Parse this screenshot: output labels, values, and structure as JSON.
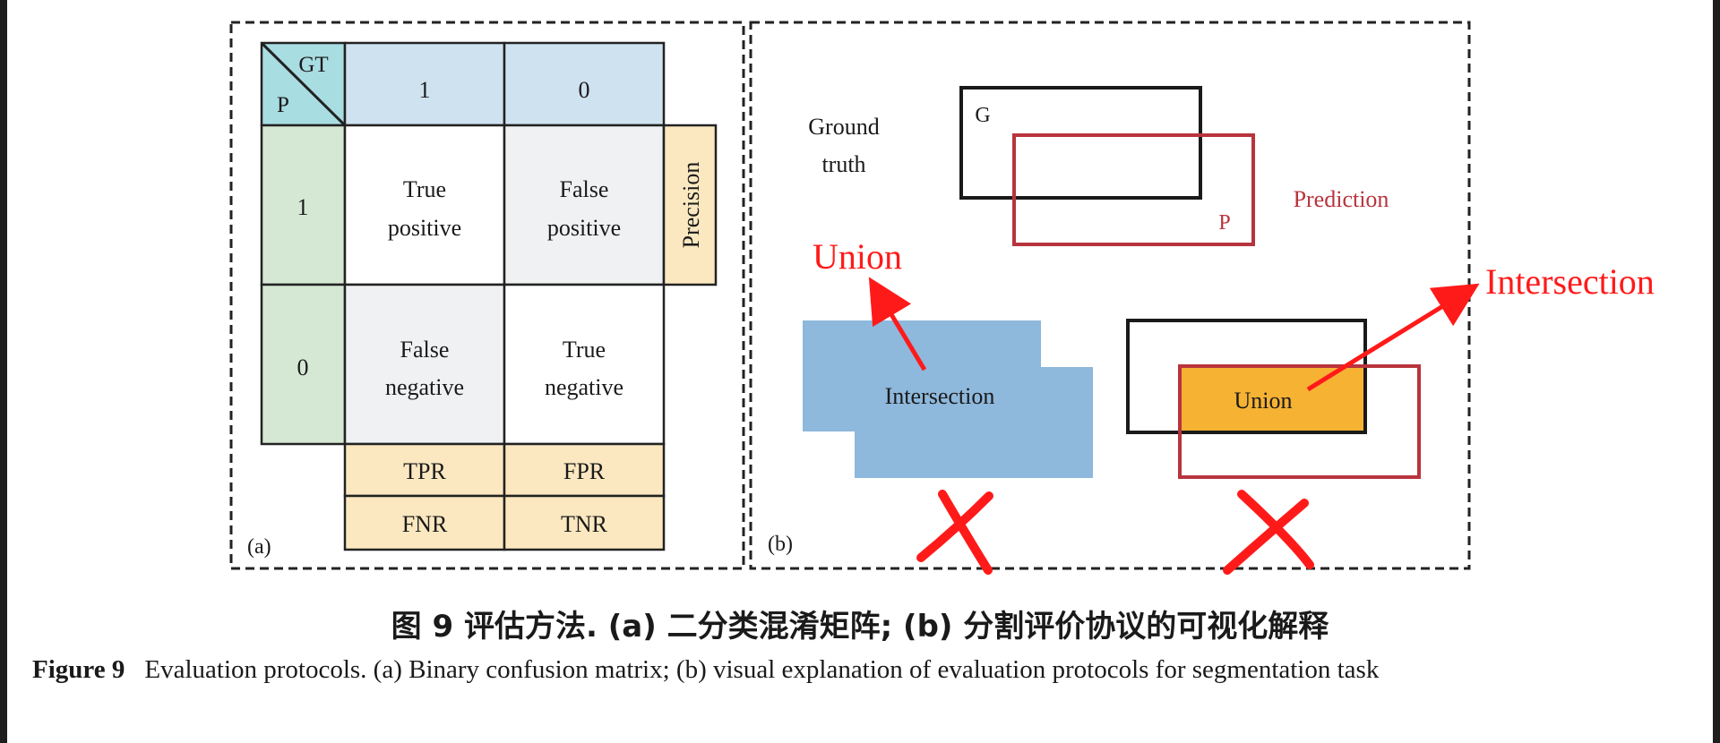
{
  "panel_a": {
    "corner_gt": "GT",
    "corner_p": "P",
    "col_headers": [
      "1",
      "0"
    ],
    "row_headers": [
      "1",
      "0"
    ],
    "cells": {
      "tp": [
        "True",
        "positive"
      ],
      "fp": [
        "False",
        "positive"
      ],
      "fn": [
        "False",
        "negative"
      ],
      "tn": [
        "True",
        "negative"
      ]
    },
    "precision": "Precision",
    "bottom_row1": [
      "TPR",
      "FPR"
    ],
    "bottom_row2": [
      "FNR",
      "TNR"
    ],
    "label": "(a)"
  },
  "panel_b": {
    "ground_truth": [
      "Ground",
      "truth"
    ],
    "g_label": "G",
    "p_label": "P",
    "prediction": "Prediction",
    "union_annot": "Union",
    "intersection_annot": "Intersection",
    "blue_shape_label": "Intersection",
    "orange_shape_label": "Union",
    "label": "(b)"
  },
  "caption": {
    "cn": "图 9   评估方法. (a) 二分类混淆矩阵; (b) 分割评价协议的可视化解释",
    "en_bold": "Figure 9",
    "en_text": "Evaluation protocols. (a) Binary confusion matrix; (b) visual explanation of evaluation protocols for segmentation task"
  },
  "colors": {
    "header_blue": "#cfe2f0",
    "corner_teal": "#a8dde2",
    "row_green": "#d5e8d4",
    "metric_yellow": "#fbe8c0",
    "cell_gray": "#f0f1f3",
    "union_blue": "#8eb8dc",
    "intersection_orange": "#f5b233",
    "pred_red": "#b8343d",
    "annot_red": "#ff1a1a"
  }
}
